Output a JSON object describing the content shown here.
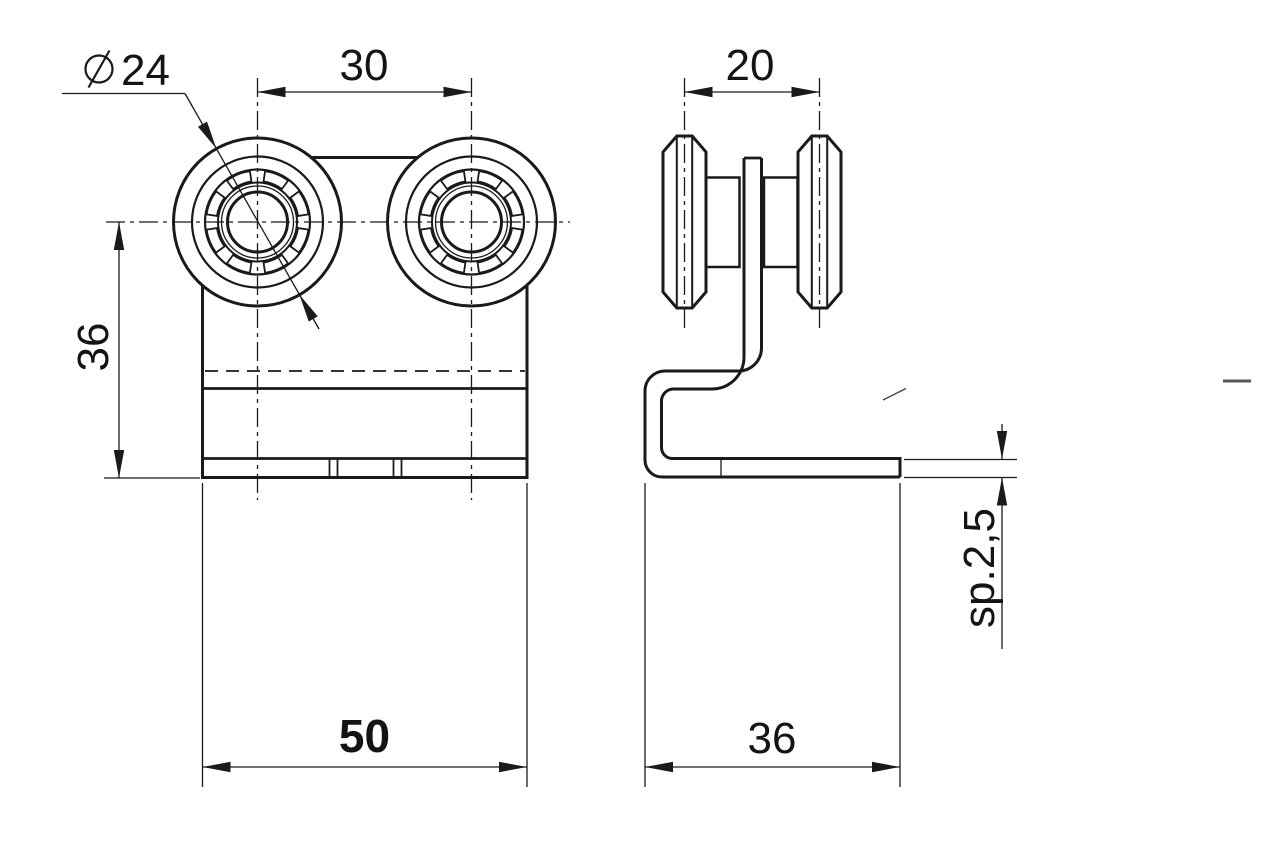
{
  "app": {
    "type": "technical-drawing",
    "background_color": "#ffffff",
    "line_color": "#1a1a1a"
  },
  "icons": {
    "diameter_symbol": "⌀"
  },
  "views": {
    "front_view": "bracket with two bearing rollers",
    "side_view": "Z-bent sheet profile with roller pair"
  },
  "dimensions": {
    "roller_diameter": "24",
    "roller_spacing": "30",
    "roller_width": "20",
    "bracket_height": "36",
    "overall_width": "50",
    "base_depth": "36",
    "sheet_thickness": "sp.2,5"
  }
}
